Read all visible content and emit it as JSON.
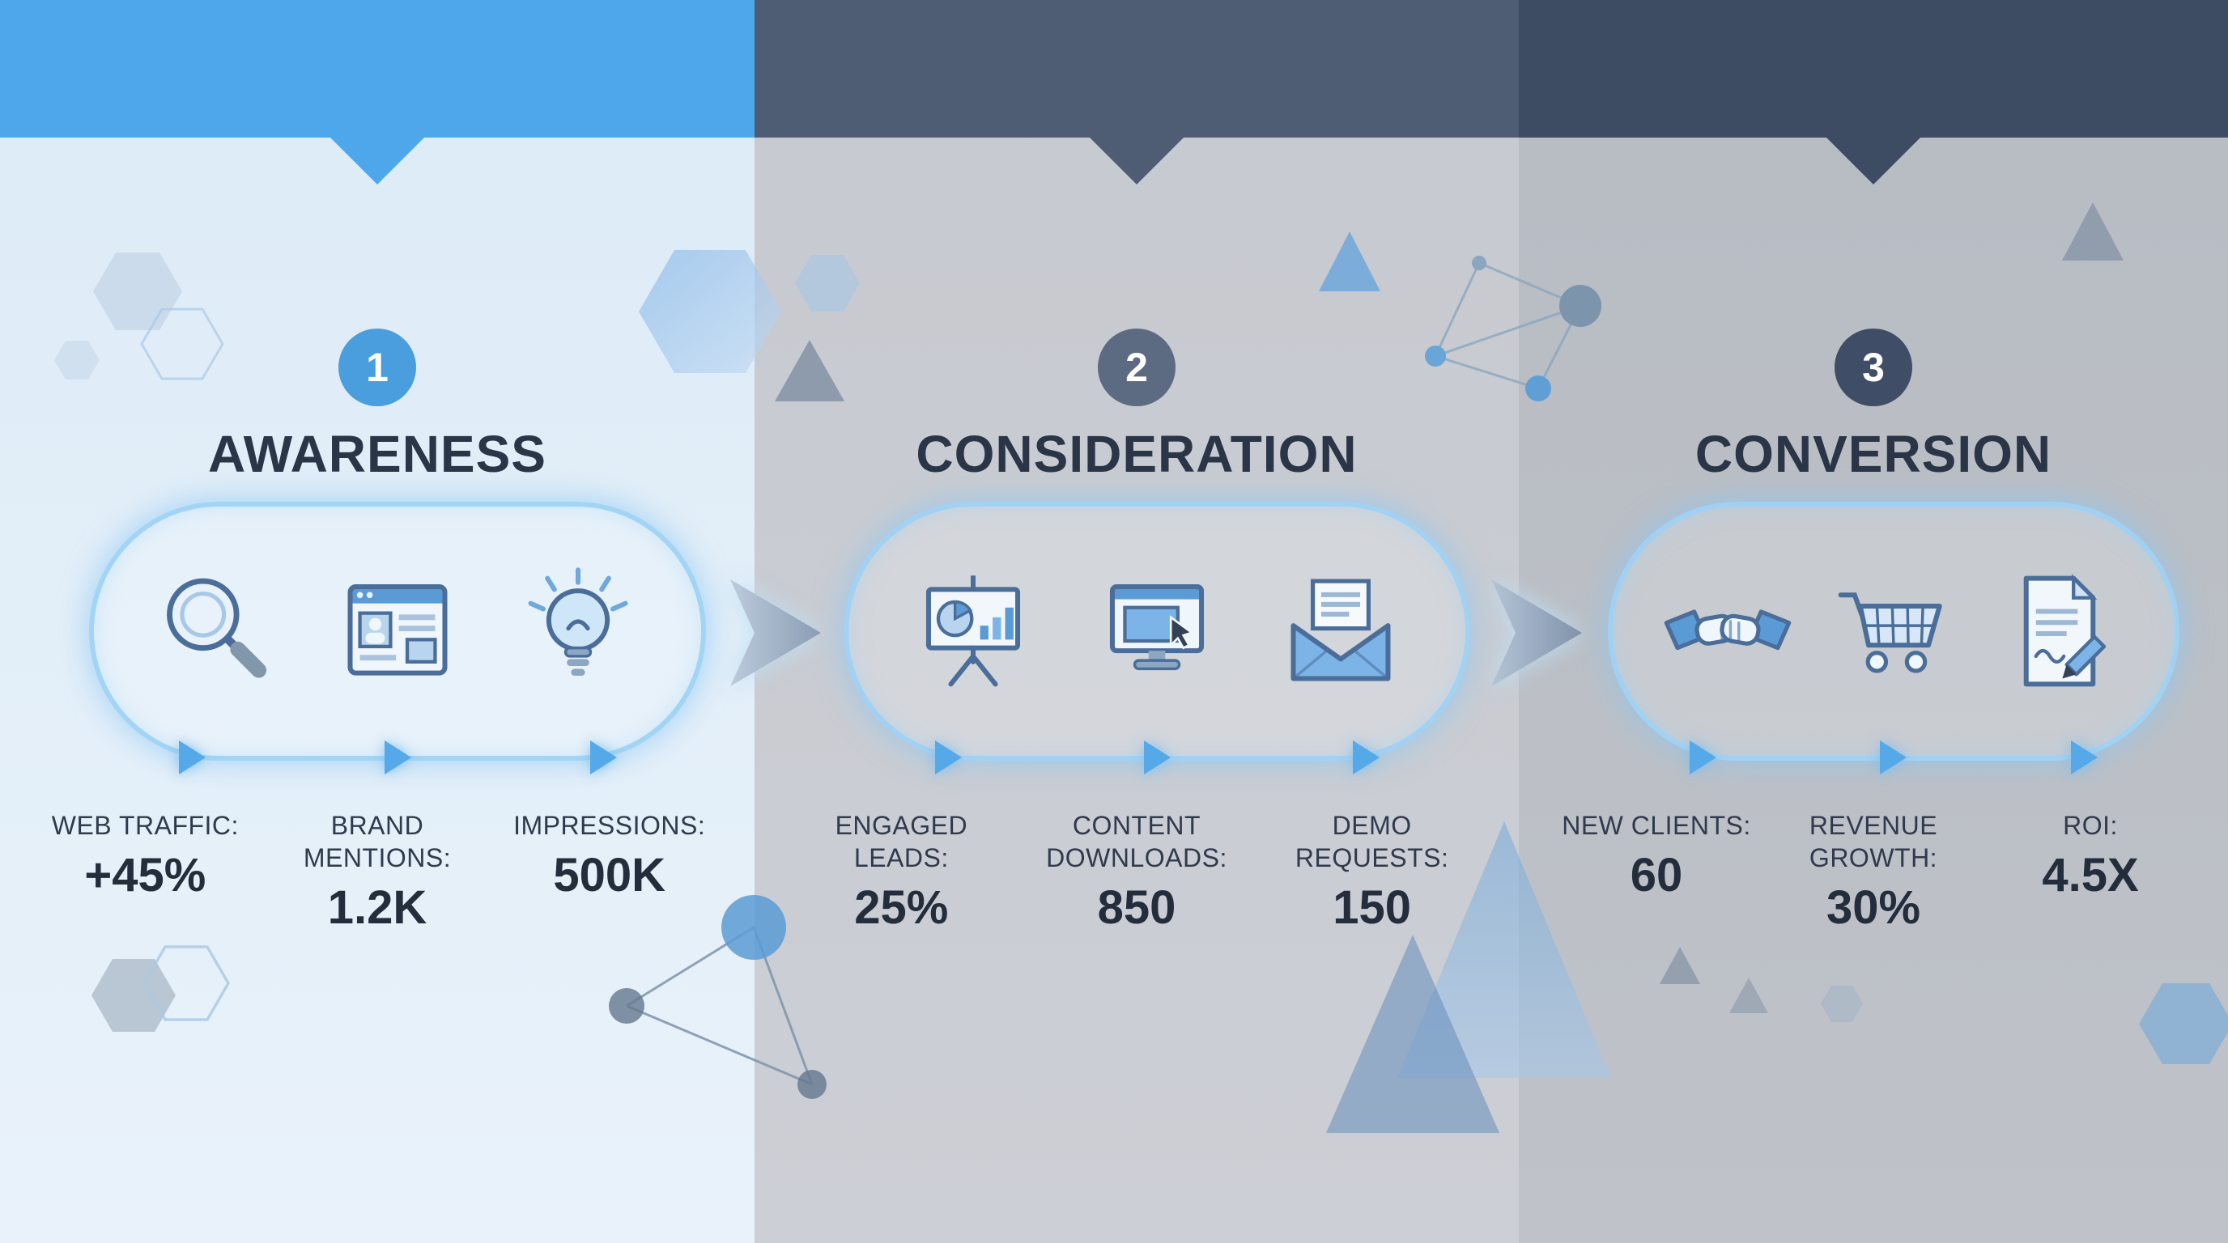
{
  "infographic": {
    "theme": "marketing-funnel-stages",
    "accent_color": "#55a9e8",
    "pill_glow_color": "#9ed2f5",
    "title_color": "#2a3547"
  },
  "stages": [
    {
      "number": "1",
      "title": "AWARENESS",
      "band_color": "#4da7ea",
      "badge_color": "#4a9edd",
      "background_color": "#e3eef8",
      "icons": [
        "search-icon",
        "webpage-icon",
        "lightbulb-icon"
      ],
      "metrics": [
        {
          "label": "WEB TRAFFIC:",
          "value": "+45%"
        },
        {
          "label": "BRAND MENTIONS:",
          "value": "1.2K"
        },
        {
          "label": "IMPRESSIONS:",
          "value": "500K"
        }
      ]
    },
    {
      "number": "2",
      "title": "CONSIDERATION",
      "band_color": "#4f5d74",
      "badge_color": "#5c6b82",
      "background_color": "#c9ccd2",
      "icons": [
        "presentation-chart-icon",
        "monitor-cursor-icon",
        "email-icon"
      ],
      "metrics": [
        {
          "label": "ENGAGED LEADS:",
          "value": "25%"
        },
        {
          "label": "CONTENT DOWNLOADS:",
          "value": "850"
        },
        {
          "label": "DEMO REQUESTS:",
          "value": "150"
        }
      ]
    },
    {
      "number": "3",
      "title": "CONVERSION",
      "band_color": "#3d4b63",
      "badge_color": "#3f4d66",
      "background_color": "#bbbfc6",
      "icons": [
        "handshake-icon",
        "shopping-cart-icon",
        "contract-icon"
      ],
      "metrics": [
        {
          "label": "NEW CLIENTS:",
          "value": "60"
        },
        {
          "label": "REVENUE GROWTH:",
          "value": "30%"
        },
        {
          "label": "ROI:",
          "value": "4.5X"
        }
      ]
    }
  ]
}
